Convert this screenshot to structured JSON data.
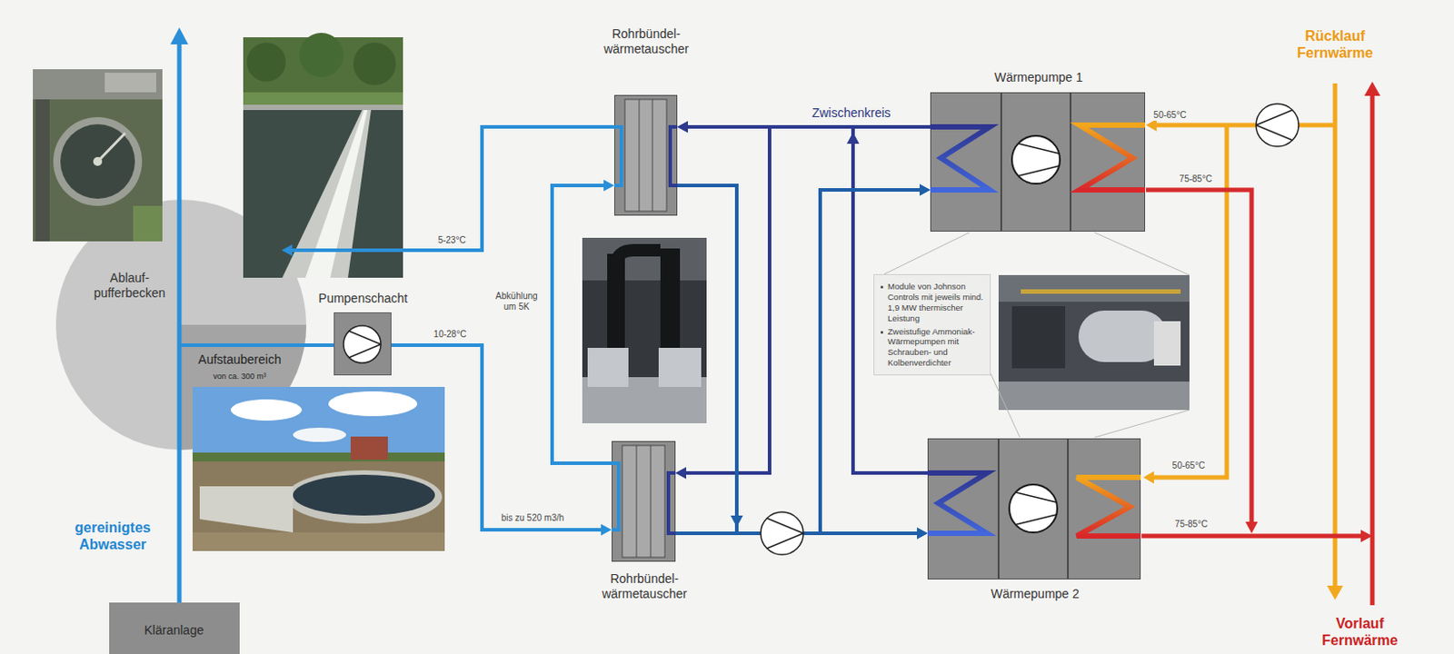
{
  "diagram": {
    "nodes": [
      {
        "text": [
          "Ablauf- pufferbecken"
        ]
      },
      {
        "text": [
          "Aufstaubereich",
          "von ca. 300 m³"
        ],
        "in": 0
      },
      {
        "text": [
          "Pumpenschacht"
        ]
      },
      {
        "text": [
          "Kläranlage"
        ]
      },
      {
        "text": [
          "Rohrbündel- wärmetauscher"
        ]
      },
      {
        "text": [
          "Rohrbündel- wärmetauscher"
        ]
      },
      {
        "text": [
          "Wärmepumpe 1"
        ]
      },
      {
        "text": [
          "Module von Johnson Controls mit jeweils mind. 1,9 MW thermischer Leistung",
          "Zweistufige Ammoniak- Wärmepumpen mit Schrauben- und Kolbenverdichter"
        ]
      },
      {
        "text": [
          "Wärmepumpe 2"
        ]
      }
    ],
    "edges": [
      {
        "from": 1,
        "to": 2,
        "arrow": "none"
      },
      {
        "from": 2,
        "to": 5,
        "label": "10-28°C",
        "arrow": "to"
      },
      {
        "from": 5,
        "to": 4,
        "arrow": "to"
      },
      {
        "from": 4,
        "to": 0,
        "label": "5-23°C",
        "arrow": "to"
      },
      {
        "from": 6,
        "to": 4,
        "label": "Zwischenkreis",
        "arrow": "to"
      },
      {
        "from": 6,
        "to": 5,
        "arrow": "to"
      },
      {
        "from": 8,
        "to": 4,
        "arrow": "to"
      },
      {
        "from": 8,
        "to": 5,
        "arrow": "to"
      },
      {
        "from": 4,
        "to": 6,
        "arrow": "to"
      },
      {
        "from": 4,
        "to": 8,
        "arrow": "to"
      },
      {
        "from": 5,
        "to": 6,
        "arrow": "to"
      },
      {
        "from": 5,
        "to": 8,
        "arrow": "to"
      }
    ],
    "labels": [
      "Rücklauf Fernwärme",
      "Abkühlung um 5K",
      "50-65°C",
      "75-85°C",
      "bis zu 520 m3/h",
      "50-65°C",
      "75-85°C",
      "gereinigtes Abwasser",
      "Vorlauf Fernwärme"
    ]
  }
}
